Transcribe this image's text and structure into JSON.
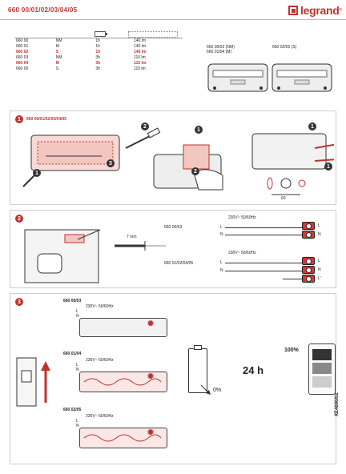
{
  "header": {
    "code": "660 00/01/02/03/04/05",
    "brand": "legrand",
    "reg": "®"
  },
  "table": {
    "rows": [
      {
        "ref": "660 00",
        "type": "NM",
        "dur": "1h",
        "flux": "140 lm",
        "hl": false
      },
      {
        "ref": "660 01",
        "type": "M",
        "dur": "1h",
        "flux": "140 lm",
        "hl": false
      },
      {
        "ref": "660 02",
        "type": "S",
        "dur": "1h",
        "flux": "140 lm",
        "hl": true
      },
      {
        "ref": "660 03",
        "type": "NM",
        "dur": "3h",
        "flux": "110 lm",
        "hl": false
      },
      {
        "ref": "660 04",
        "type": "M",
        "dur": "3h",
        "flux": "110 lm",
        "hl": true
      },
      {
        "ref": "660 05",
        "type": "S",
        "dur": "3h",
        "flux": "110 lm",
        "hl": false
      }
    ]
  },
  "models": {
    "a_line1": "660 00/03 (NM)",
    "a_line2": "660 01/04 (M)",
    "b_line1": "660 02/05 (S)"
  },
  "section1": {
    "step": "1",
    "title": "660 00/01/02/03/04/05",
    "substeps": [
      "1",
      "2",
      "3",
      "1",
      "2",
      "1",
      "1"
    ],
    "dim": "60"
  },
  "section2": {
    "step": "2",
    "strip": "7 mm",
    "ref_a": "660 00/03",
    "ref_b": "660 01/02/04/05",
    "supply_a": "230V~ 50/60Hz",
    "supply_b": "230V~ 50/60Hz",
    "L": "L",
    "N": "N",
    "L2": "L'"
  },
  "section3": {
    "step": "3",
    "ref_a": "660 00/03",
    "ref_b": "660 01/04",
    "ref_c": "660 02/05",
    "supply_a": "230V~ 50/60Hz",
    "supply_b": "230V~ 50/60Hz",
    "supply_c": "230V~ 50/60Hz",
    "L": "L",
    "N": "N",
    "charge_min": "0%",
    "charge_time": "24 h",
    "charge_max": "100%"
  },
  "footer": {
    "doc_ref": "XE4690/02"
  },
  "colors": {
    "brand": "#c0322f",
    "terminal": "#dd3333"
  }
}
